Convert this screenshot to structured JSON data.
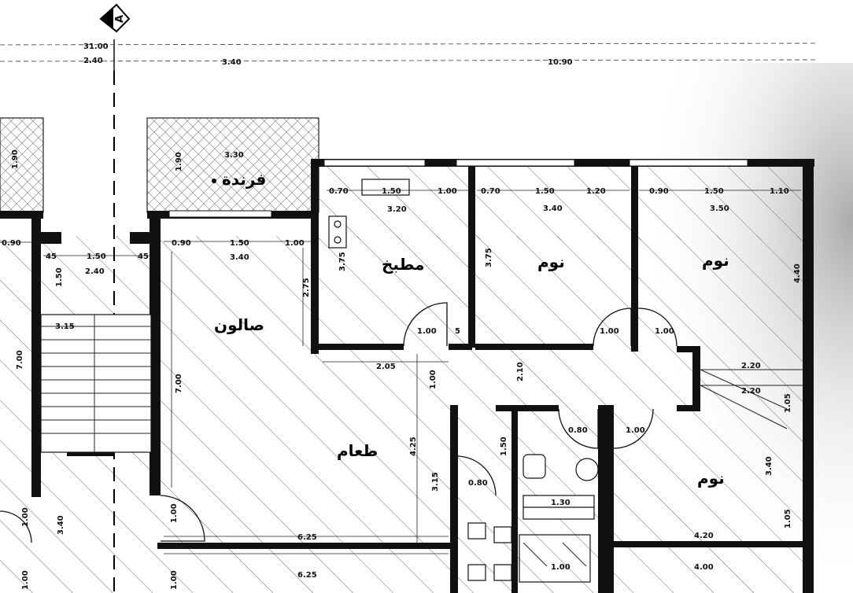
{
  "section_marker": "A",
  "top_dims": {
    "outer": "31.00",
    "left": "2.40",
    "mid": "3.40",
    "right": "10.90"
  },
  "rooms": {
    "balcony": "فرندة",
    "salon": "صالون",
    "kitchen": "مطبخ",
    "bedroom1": "نوم",
    "bedroom2": "نوم",
    "bedroom3": "نوم",
    "dining": "طعام"
  },
  "dims": {
    "bal_h_left": "1.90",
    "bal_h": "1.90",
    "bal_w": "3.30",
    "left_room_w": "0.90",
    "st_a": "45",
    "st_b": "1.50",
    "st_c": "45",
    "stair_total": "2.40",
    "stair_h": "1.50",
    "stair_len": "3.15",
    "left_h": "7.00",
    "left_h2": "3.40",
    "left_h3": "1.00",
    "left_h4": "1.00",
    "sal_a": "0.90",
    "sal_b": "1.50",
    "sal_c": "1.00",
    "sal_total": "3.40",
    "sal_h": "2.75",
    "sal_h2": "7.00",
    "sal_door": "1.00",
    "sal_door2": "1.00",
    "kit_a": "0.70",
    "kit_b": "1.50",
    "kit_c": "1.00",
    "kit_total": "3.20",
    "kit_h": "3.75",
    "b1_a": "0.70",
    "b1_b": "1.50",
    "b1_c": "1.20",
    "b1_total": "3.40",
    "b1_h": "3.75",
    "b2_a": "0.90",
    "b2_b": "1.50",
    "b2_c": "1.10",
    "b2_total": "3.50",
    "b2_h": "4.40",
    "door_k": "1.00",
    "door_k2": "5",
    "door_b1": "1.00",
    "door_b2": "1.00",
    "hall_w": "2.05",
    "hall_h": "1.00",
    "hall_h2": "2.10",
    "corr_a": "2.20",
    "corr_b": "2.20",
    "din_h": "4.25",
    "din_h2": "3.15",
    "din_w": "6.25",
    "din_w2": "6.25",
    "bath_door": "0.80",
    "bath_door2": "1.00",
    "bath_w": "1.30",
    "bath_w2": "1.00",
    "wc_door": "0.80",
    "wc_h": "1.50",
    "b3_h": "3.40",
    "b3_h2": "1.05",
    "b3_r": "1.05",
    "b3_w": "4.20",
    "b3_w2": "4.00"
  }
}
